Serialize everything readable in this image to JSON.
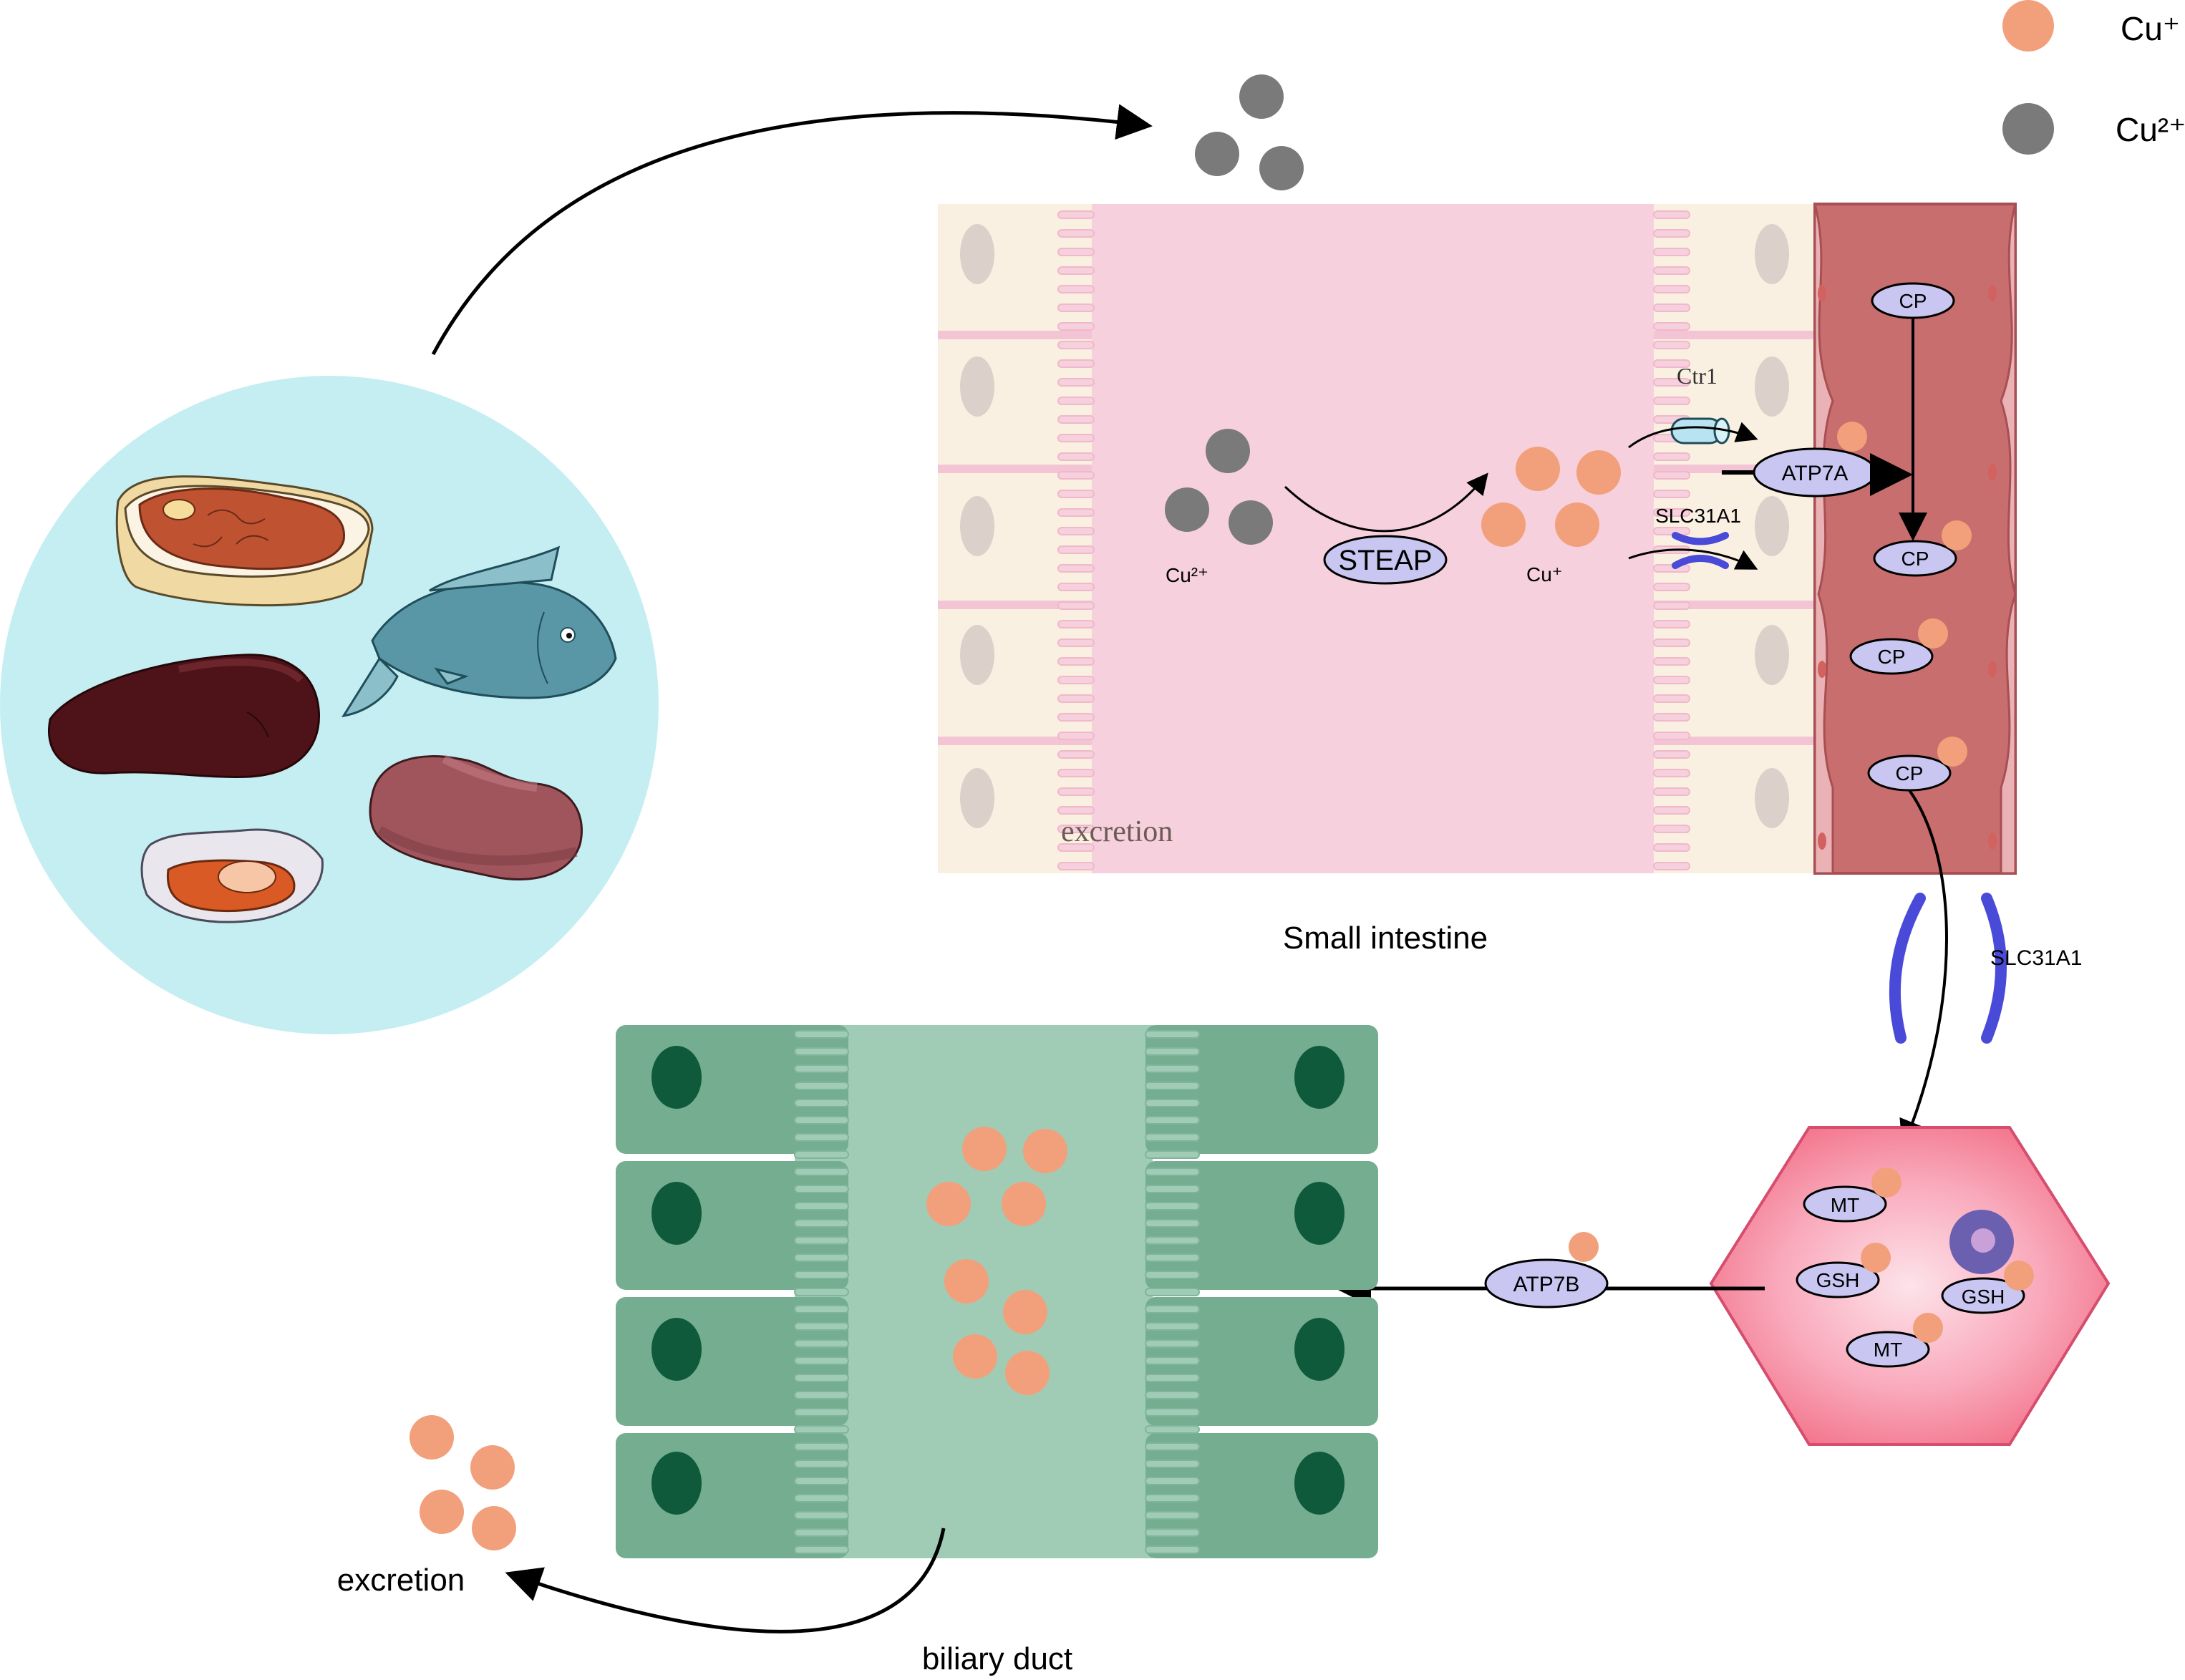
{
  "legend": {
    "cu_plus": {
      "label": "Cu⁺",
      "color": "#f2a07b"
    },
    "cu_2plus": {
      "label": "Cu²⁺",
      "color": "#7a7a7a"
    }
  },
  "intestine": {
    "title": "Small intestine",
    "excretion": "excretion",
    "cu2_label": "Cu²⁺",
    "cu1_label": "Cu⁺",
    "steap": "STEAP",
    "ctr1": "Ctr1",
    "slc31a1": "SLC31A1",
    "atp7a": "ATP7A",
    "cp": [
      "CP",
      "CP",
      "CP",
      "CP"
    ]
  },
  "transport": {
    "slc31a1": "SLC31A1",
    "atp7b": "ATP7B"
  },
  "hepatocyte": {
    "labels": [
      "MT",
      "GSH",
      "GSH",
      "MT"
    ]
  },
  "bile": {
    "title": "biliary duct",
    "excretion": "excretion"
  },
  "colors": {
    "food_circle": "#c4eef2",
    "lumen": "#f6d0dc",
    "enterocyte": "#faf0e1",
    "blood_vessel": "#c96e6e",
    "protein": "#c9c6f2",
    "hepatocyte": "#f78aa1",
    "bile_cell": "#75ad91",
    "bile_lumen": "#a0ccb5",
    "nucleus": "#0f5a3b",
    "transporter": "#4a4ad8"
  }
}
